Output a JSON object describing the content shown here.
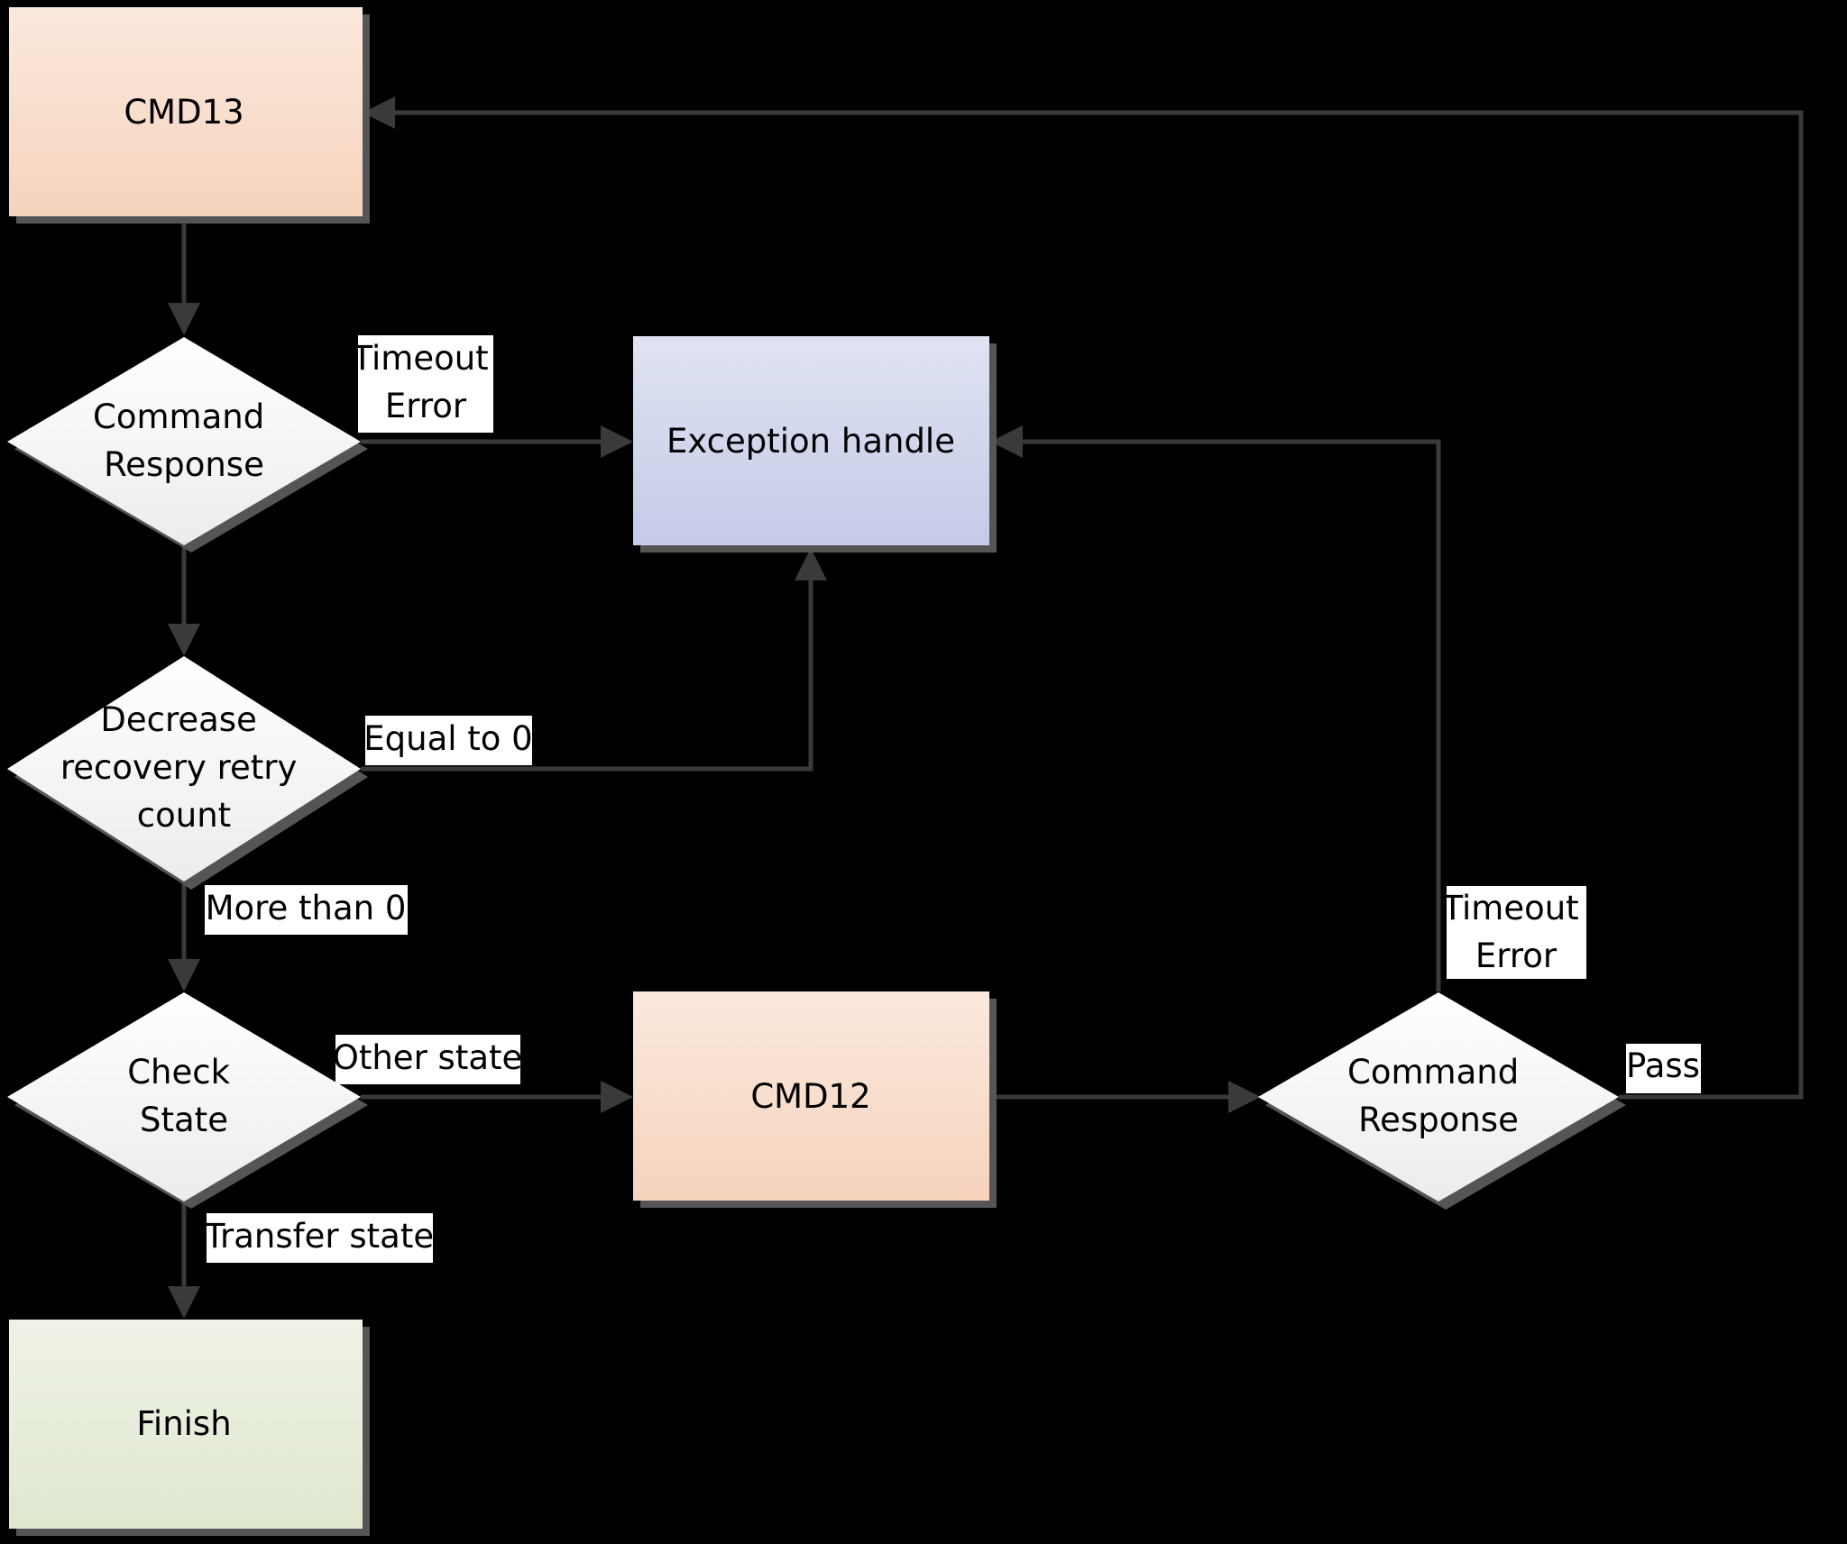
{
  "nodes": {
    "cmd13": {
      "label": [
        "CMD13"
      ]
    },
    "cmd_response_1": {
      "label": [
        "Command",
        "Response"
      ]
    },
    "exception": {
      "label": [
        "Exception handle"
      ]
    },
    "decrease_retry": {
      "label": [
        "Decrease",
        "recovery retry",
        "count"
      ]
    },
    "check_state": {
      "label": [
        "Check",
        "State"
      ]
    },
    "cmd12": {
      "label": [
        "CMD12"
      ]
    },
    "cmd_response_2": {
      "label": [
        "Command",
        "Response"
      ]
    },
    "finish": {
      "label": [
        "Finish"
      ]
    }
  },
  "edges": {
    "timeout_error_1": [
      "Timeout",
      "Error"
    ],
    "equal_to_0": [
      "Equal to 0"
    ],
    "more_than_0": [
      "More than 0"
    ],
    "other_state": [
      "Other state"
    ],
    "transfer_state": [
      "Transfer state"
    ],
    "timeout_error_2": [
      "Timeout",
      "Error"
    ],
    "pass": [
      "Pass"
    ]
  },
  "colors": {
    "background": "#000000",
    "cmd_box_top": "#fbe9dd",
    "cmd_box_bottom": "#f6d3bd",
    "exception_top": "#dfe3f2",
    "exception_bottom": "#c5cbe8",
    "finish_top": "#eff3e7",
    "finish_bottom": "#dfe7cf",
    "decision_fill": "#f5f5f5",
    "edge_color": "#3a3a3a"
  }
}
